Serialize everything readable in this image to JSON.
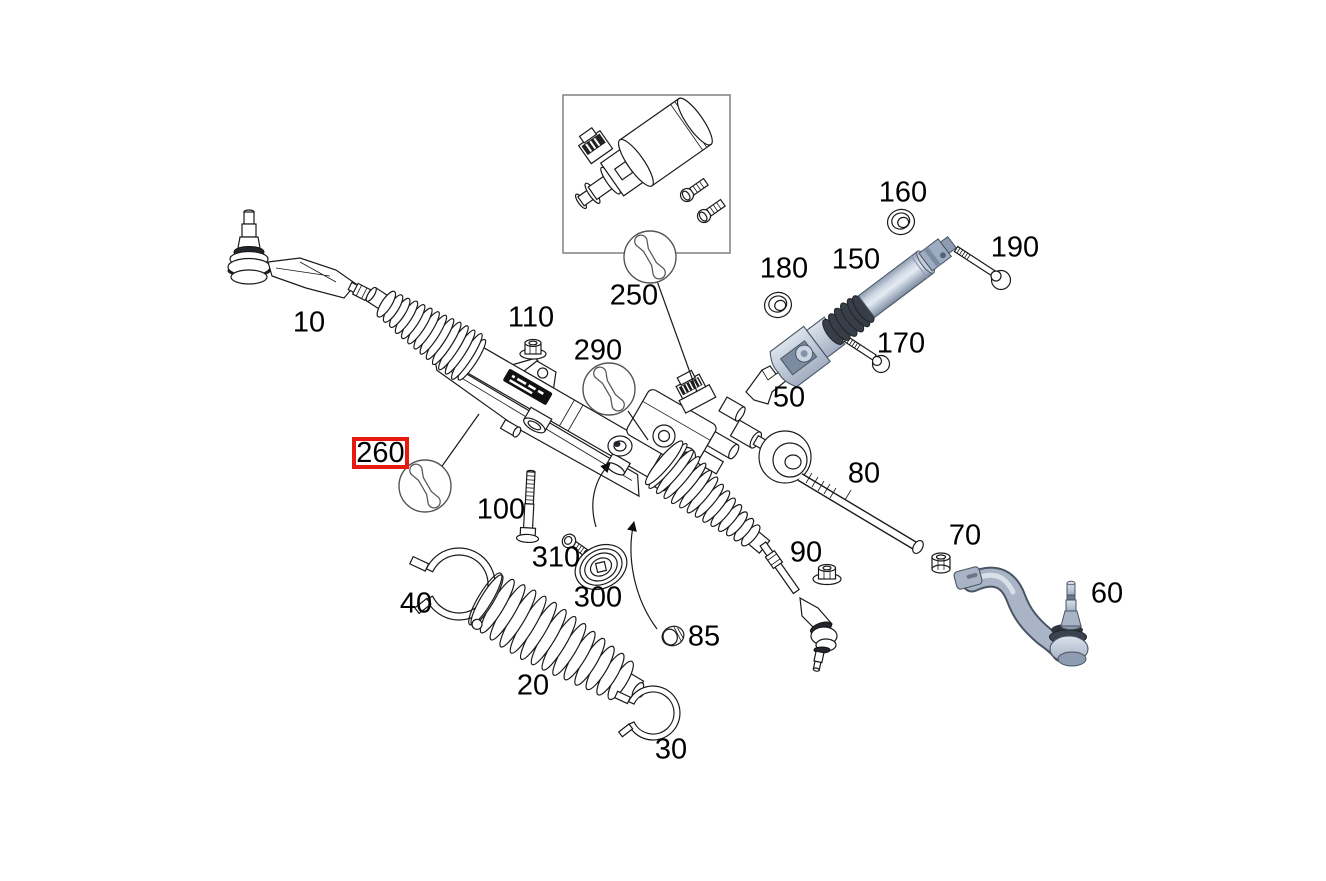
{
  "diagram": {
    "kind": "exploded-parts-diagram",
    "colors": {
      "background": "#ffffff",
      "line": "#1a1a1a",
      "highlight": "#e8190f",
      "metal_accent": "#a9b5c7",
      "icon_stroke": "#555555"
    },
    "icons": {
      "service_wrench": "wrench-in-circle-icon"
    },
    "highlighted_callout": "260",
    "callouts": [
      {
        "number": "10"
      },
      {
        "number": "20"
      },
      {
        "number": "30"
      },
      {
        "number": "40"
      },
      {
        "number": "50"
      },
      {
        "number": "60"
      },
      {
        "number": "70"
      },
      {
        "number": "80"
      },
      {
        "number": "85"
      },
      {
        "number": "90"
      },
      {
        "number": "100"
      },
      {
        "number": "110"
      },
      {
        "number": "150"
      },
      {
        "number": "160"
      },
      {
        "number": "170"
      },
      {
        "number": "180"
      },
      {
        "number": "190"
      },
      {
        "number": "250"
      },
      {
        "number": "260"
      },
      {
        "number": "290"
      },
      {
        "number": "300"
      },
      {
        "number": "310"
      }
    ]
  }
}
